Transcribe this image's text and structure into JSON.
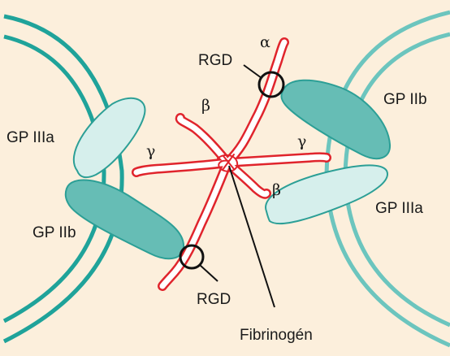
{
  "labels": {
    "gp_iiia_left": "GP IIIa",
    "gp_iib_left": "GP IIb",
    "gp_iib_right": "GP IIb",
    "gp_iiia_right": "GP IIIa",
    "rgd_top": "RGD",
    "rgd_bottom": "RGD",
    "fibrinogen": "Fibrinogén",
    "alpha": "α",
    "beta_top": "β",
    "beta_right": "β",
    "gamma_left": "γ",
    "gamma_right": "γ"
  },
  "colors": {
    "background": "#fcefdc",
    "membrane_left": "#1fa39a",
    "membrane_right": "#6cc5be",
    "gp_iiia_fill": "#d6efec",
    "gp_iib_fill": "#66bdb5",
    "fibrinogen_stroke": "#e0242c",
    "fibrinogen_fill": "#ffffff"
  }
}
